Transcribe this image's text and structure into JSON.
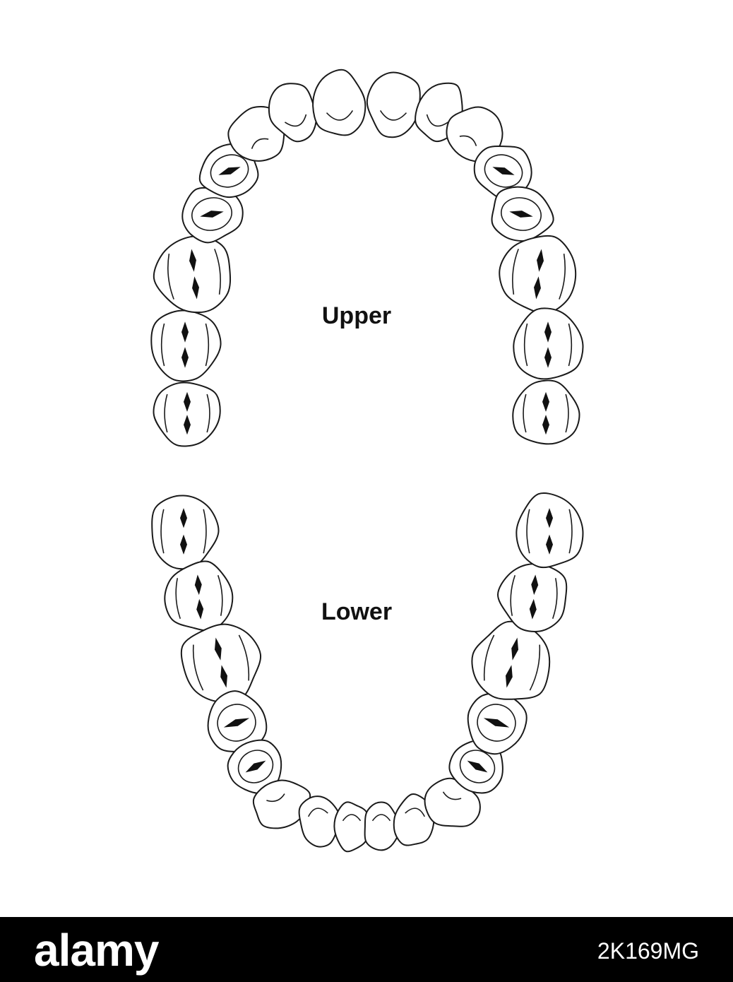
{
  "labels": {
    "upper": "Upper",
    "lower": "Lower"
  },
  "footer": {
    "brand": "alamy",
    "image_id": "2K169MG"
  },
  "colors": {
    "outline": "#1a1a1a",
    "footer_bg": "#000000",
    "footer_text": "#ffffff"
  },
  "arches": {
    "upper": {
      "teeth": [
        {
          "name": "upper-right-third-molar",
          "type": "molar"
        },
        {
          "name": "upper-right-second-molar",
          "type": "molar"
        },
        {
          "name": "upper-right-first-molar",
          "type": "molar"
        },
        {
          "name": "upper-right-second-premolar",
          "type": "premolar"
        },
        {
          "name": "upper-right-first-premolar",
          "type": "premolar"
        },
        {
          "name": "upper-right-canine",
          "type": "canine"
        },
        {
          "name": "upper-right-lateral-incisor",
          "type": "incisor"
        },
        {
          "name": "upper-right-central-incisor",
          "type": "incisor"
        },
        {
          "name": "upper-left-central-incisor",
          "type": "incisor"
        },
        {
          "name": "upper-left-lateral-incisor",
          "type": "incisor"
        },
        {
          "name": "upper-left-canine",
          "type": "canine"
        },
        {
          "name": "upper-left-first-premolar",
          "type": "premolar"
        },
        {
          "name": "upper-left-second-premolar",
          "type": "premolar"
        },
        {
          "name": "upper-left-first-molar",
          "type": "molar"
        },
        {
          "name": "upper-left-second-molar",
          "type": "molar"
        },
        {
          "name": "upper-left-third-molar",
          "type": "molar"
        }
      ]
    },
    "lower": {
      "teeth": [
        {
          "name": "lower-right-third-molar",
          "type": "molar"
        },
        {
          "name": "lower-right-second-molar",
          "type": "molar"
        },
        {
          "name": "lower-right-first-molar",
          "type": "molar"
        },
        {
          "name": "lower-right-second-premolar",
          "type": "premolar"
        },
        {
          "name": "lower-right-first-premolar",
          "type": "premolar"
        },
        {
          "name": "lower-right-canine",
          "type": "canine"
        },
        {
          "name": "lower-right-lateral-incisor",
          "type": "incisor"
        },
        {
          "name": "lower-right-central-incisor",
          "type": "incisor"
        },
        {
          "name": "lower-left-central-incisor",
          "type": "incisor"
        },
        {
          "name": "lower-left-lateral-incisor",
          "type": "incisor"
        },
        {
          "name": "lower-left-canine",
          "type": "canine"
        },
        {
          "name": "lower-left-first-premolar",
          "type": "premolar"
        },
        {
          "name": "lower-left-second-premolar",
          "type": "premolar"
        },
        {
          "name": "lower-left-first-molar",
          "type": "molar"
        },
        {
          "name": "lower-left-second-molar",
          "type": "molar"
        },
        {
          "name": "lower-left-third-molar",
          "type": "molar"
        }
      ]
    }
  }
}
